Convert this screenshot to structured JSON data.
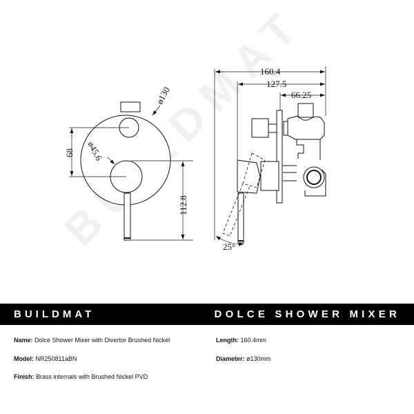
{
  "watermark": "BUILDMAT",
  "drawing": {
    "front_view": {
      "dimensions": {
        "outer_diameter": "ø130",
        "handle_diameter": "ø45.6",
        "spacing": "68",
        "height": "112.8"
      }
    },
    "side_view": {
      "dimensions": {
        "overall_length": "160.4",
        "body_length": "127.5",
        "valve_depth": "66.25",
        "lever_angle": "25°"
      }
    }
  },
  "header": {
    "brand": "BUILDMAT",
    "product": "DOLCE SHOWER MIXER"
  },
  "specs": {
    "name": {
      "label": "Name:",
      "value": "Dolce Shower Mixer with Divertor Brushed Nickel"
    },
    "model": {
      "label": "Model:",
      "value": "NR250811aBN"
    },
    "finish": {
      "label": "Finish:",
      "value": "Brass internals with Brushed Nickel PVD"
    },
    "length": {
      "label": "Length:",
      "value": "160.4mm"
    },
    "diameter": {
      "label": "Diameter:",
      "value": "ø130mm"
    }
  }
}
